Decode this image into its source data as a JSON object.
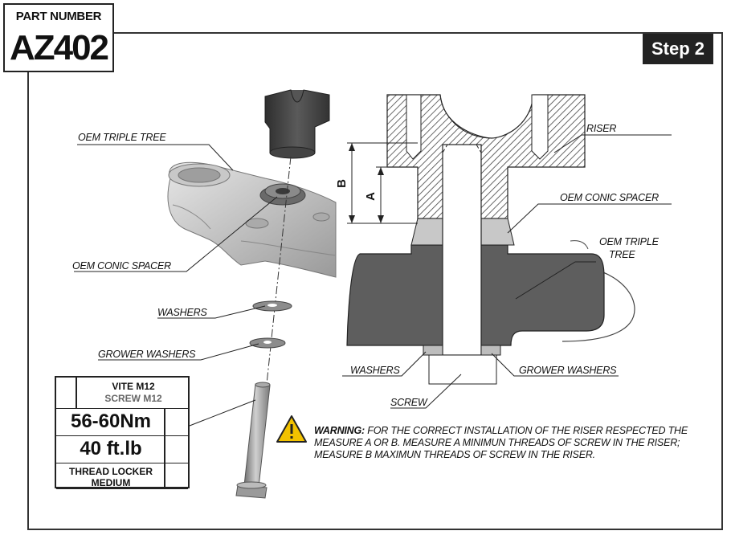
{
  "header": {
    "part_number_label": "PART NUMBER",
    "part_number": "AZ402",
    "step_label": "Step 2"
  },
  "labels": {
    "oem_triple_tree": "OEM TRIPLE TREE",
    "oem_conic_spacer": "OEM CONIC SPACER",
    "washers": "WASHERS",
    "grower_washers": "GROWER WASHERS",
    "riser": "RISER",
    "oem_conic_spacer_section": "OEM CONIC SPACER",
    "oem_triple_tree_section_line1": "OEM TRIPLE",
    "oem_triple_tree_section_line2": "TREE",
    "washers_section": "WASHERS",
    "grower_washers_section": "GROWER WASHERS",
    "screw": "SCREW",
    "dim_a": "A",
    "dim_b": "B"
  },
  "spec_box": {
    "screw_it": "VITE M12",
    "screw_en": "SCREW M12",
    "torque_nm": "56-60Nm",
    "torque_ftlb": "40 ft.lb",
    "thread_locker_line1": "THREAD LOCKER",
    "thread_locker_line2": "MEDIUM"
  },
  "warning": {
    "lead": "WARNING:",
    "text": " FOR THE CORRECT INSTALLATION OF THE RISER RESPECTED THE MEASURE A OR B. MEASURE A MINIMUN THREADS OF SCREW IN THE RISER; MEASURE B MAXIMUN THREADS OF SCREW IN THE RISER."
  },
  "colors": {
    "frame": "#333333",
    "badge": "#222222",
    "part_grey": "#4a4a4a",
    "section_grey": "#5e5e5e",
    "warning_yellow": "#f2c200"
  }
}
